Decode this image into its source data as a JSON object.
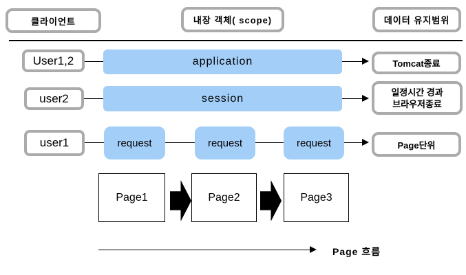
{
  "header": {
    "client_label": "클라이언트",
    "scope_label": "내장 객체( scope)",
    "retention_label": "데이터 유지범위"
  },
  "rows": [
    {
      "client": "User1,2",
      "scope": "application",
      "retention": "Tomcat종료"
    },
    {
      "client": "user2",
      "scope": "session",
      "retention_lines": [
        "일정시간 경과",
        "브라우저종료"
      ]
    },
    {
      "client": "user1",
      "scope_labels": [
        "request",
        "request",
        "request"
      ],
      "retention": "Page단위"
    }
  ],
  "page_flow": {
    "pages": [
      "Page1",
      "Page2",
      "Page3"
    ],
    "flow_label": "Page 흐름"
  },
  "colors": {
    "scope_fill_blue": "#A3CEF8",
    "box_border_gray": "#ABABAB",
    "line_black": "#000000"
  }
}
